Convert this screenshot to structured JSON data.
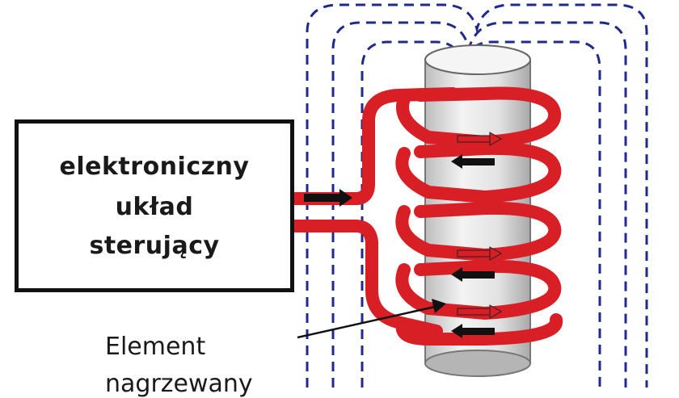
{
  "controller": {
    "line1": "elektroniczny",
    "line2": "układ",
    "line3": "sterujący"
  },
  "element_label": {
    "line1": "Element",
    "line2": "nagrzewany"
  },
  "colors": {
    "coil": "#d81f26",
    "field_lines": "#1f2a8a",
    "cylinder": "#e6e6e6",
    "box_border": "#111111",
    "arrow_red": "#d81f26",
    "arrow_black": "#111111"
  }
}
